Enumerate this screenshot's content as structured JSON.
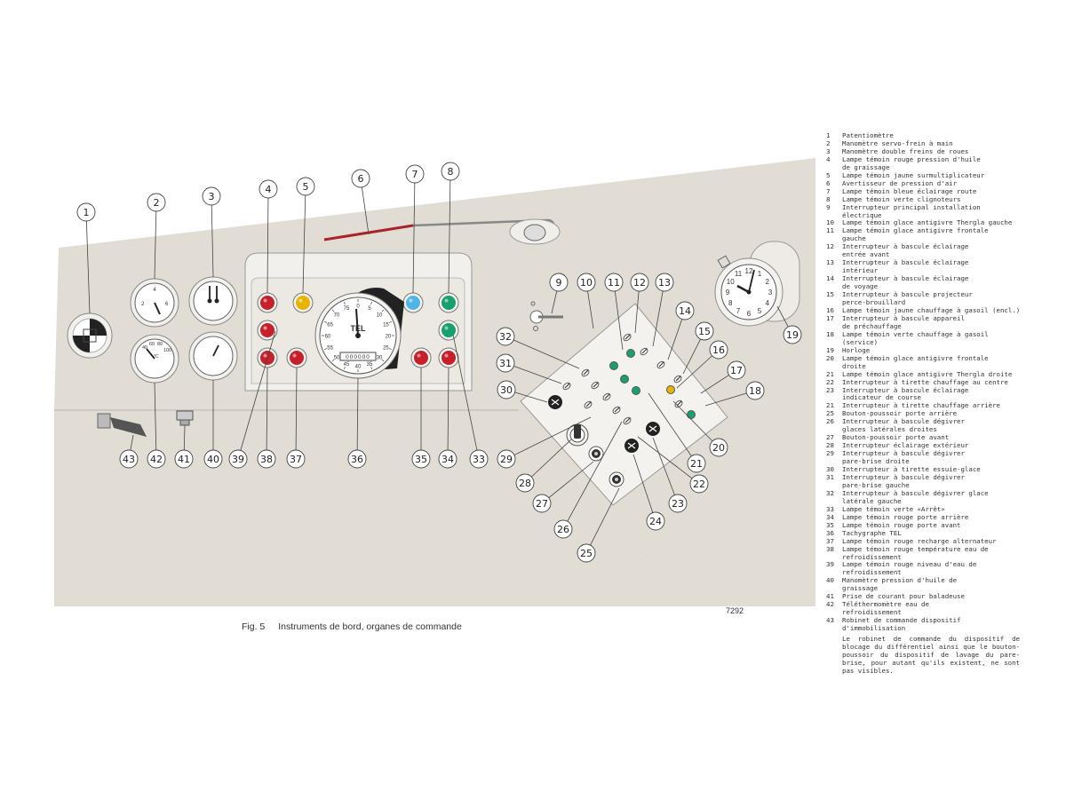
{
  "figure": {
    "label": "Fig. 5",
    "title": "Instruments de bord, organes de commande",
    "code": "7292"
  },
  "tachograph": {
    "brand": "TEL",
    "odometer": "000000",
    "scale": [
      "0",
      "5",
      "10",
      "15",
      "20",
      "25",
      "30",
      "35",
      "40",
      "45",
      "50",
      "55",
      "60",
      "65",
      "70",
      "75"
    ]
  },
  "clock": {
    "numerals": [
      "12",
      "1",
      "2",
      "3",
      "4",
      "5",
      "6",
      "7",
      "8",
      "9",
      "10",
      "11"
    ]
  },
  "gauge_thermo": {
    "scale": [
      "40",
      "60",
      "80",
      "100"
    ],
    "unit": "°C"
  },
  "callouts": [
    {
      "n": "1"
    },
    {
      "n": "2"
    },
    {
      "n": "3"
    },
    {
      "n": "4"
    },
    {
      "n": "5"
    },
    {
      "n": "6"
    },
    {
      "n": "7"
    },
    {
      "n": "8"
    },
    {
      "n": "9"
    },
    {
      "n": "10"
    },
    {
      "n": "11"
    },
    {
      "n": "12"
    },
    {
      "n": "13"
    },
    {
      "n": "14"
    },
    {
      "n": "15"
    },
    {
      "n": "16"
    },
    {
      "n": "17"
    },
    {
      "n": "18"
    },
    {
      "n": "19"
    },
    {
      "n": "20"
    },
    {
      "n": "21"
    },
    {
      "n": "22"
    },
    {
      "n": "23"
    },
    {
      "n": "24"
    },
    {
      "n": "25"
    },
    {
      "n": "26"
    },
    {
      "n": "27"
    },
    {
      "n": "28"
    },
    {
      "n": "29"
    },
    {
      "n": "30"
    },
    {
      "n": "31"
    },
    {
      "n": "32"
    },
    {
      "n": "33"
    },
    {
      "n": "34"
    },
    {
      "n": "35"
    },
    {
      "n": "36"
    },
    {
      "n": "37"
    },
    {
      "n": "38"
    },
    {
      "n": "39"
    },
    {
      "n": "40"
    },
    {
      "n": "41"
    },
    {
      "n": "42"
    },
    {
      "n": "43"
    }
  ],
  "legend": [
    {
      "n": "1",
      "text": "Patentiomètre"
    },
    {
      "n": "2",
      "text": "Manomètre servo-frein à main"
    },
    {
      "n": "3",
      "text": "Manomètre double freins de roues"
    },
    {
      "n": "4",
      "text": "Lampe témoin rouge pression d'huile\nde graissage"
    },
    {
      "n": "5",
      "text": "Lampe témoin jaune surmultiplicateur"
    },
    {
      "n": "6",
      "text": "Avertisseur de pression d'air"
    },
    {
      "n": "7",
      "text": "Lampe témoin bleue éclairage route"
    },
    {
      "n": "8",
      "text": "Lampe témoin verte clignoteurs"
    },
    {
      "n": "9",
      "text": "Interrupteur principal installation\nélectrique"
    },
    {
      "n": "10",
      "text": "Lampe témoin glace antigivre Thergla gauche"
    },
    {
      "n": "11",
      "text": "Lampe témoin glace antigivre frontale\ngauche"
    },
    {
      "n": "12",
      "text": "Interrupteur à bascule éclairage\nentrée avant"
    },
    {
      "n": "13",
      "text": "Interrupteur à bascule éclairage\nintérieur"
    },
    {
      "n": "14",
      "text": "Interrupteur à bascule éclairage\nde voyage"
    },
    {
      "n": "15",
      "text": "Interrupteur à bascule projecteur\nperce-brouillard"
    },
    {
      "n": "16",
      "text": "Lampe témoin jaune chauffage à gasoil (encl.)"
    },
    {
      "n": "17",
      "text": "Interrupteur à bascule appareil\nde préchauffage"
    },
    {
      "n": "18",
      "text": "Lampe témoin verte chauffage à gasoil\n(service)"
    },
    {
      "n": "19",
      "text": "Horloge"
    },
    {
      "n": "20",
      "text": "Lampe témoin glace antigivre frontale\ndroite"
    },
    {
      "n": "21",
      "text": "Lampe témoin glace antigivre Thergla droite"
    },
    {
      "n": "22",
      "text": "Interrupteur à tirette chauffage au centre"
    },
    {
      "n": "23",
      "text": "Interrupteur à bascule éclairage\nindicateur de course"
    },
    {
      "n": "21",
      "text": "Interrupteur à tirette chauffage arrière"
    },
    {
      "n": "25",
      "text": "Bouton-poussoir porte arrière"
    },
    {
      "n": "26",
      "text": "Interrupteur à bascule dégivrer\nglaces latérales droites"
    },
    {
      "n": "27",
      "text": "Bouton-poussoir porte avant"
    },
    {
      "n": "28",
      "text": "Interrupteur éclairage extérieur"
    },
    {
      "n": "29",
      "text": "Interrupteur à bascule dégivrer\npare-brise droite"
    },
    {
      "n": "30",
      "text": "Interrupteur à tirette essuie-glace"
    },
    {
      "n": "31",
      "text": "Interrupteur à bascule dégivrer\npare-brise gauche"
    },
    {
      "n": "32",
      "text": "Interrupteur à bascule dégivrer glace\nlatérale gauche"
    },
    {
      "n": "33",
      "text": "Lampe témoin verte «Arrêt»"
    },
    {
      "n": "34",
      "text": "Lampe témoin rouge porte arrière"
    },
    {
      "n": "35",
      "text": "Lampe témoin rouge porte avant"
    },
    {
      "n": "36",
      "text": "Tachygraphe TEL"
    },
    {
      "n": "37",
      "text": "Lampe témoin rouge recharge alternateur"
    },
    {
      "n": "38",
      "text": "Lampe témoin rouge température eau de\nrefroidissement"
    },
    {
      "n": "39",
      "text": "Lampe témoin rouge niveau d'eau de\nrefroidissement"
    },
    {
      "n": "40",
      "text": "Manomètre pression d'huile de\ngraissage"
    },
    {
      "n": "41",
      "text": "Prise de courant pour baladeuse"
    },
    {
      "n": "42",
      "text": "Téléthermomètre eau de\nrefroidissement"
    },
    {
      "n": "43",
      "text": "Robinet de commande dispositif\nd'immobilisation"
    }
  ],
  "note": "Le robinet de commande du dispositif de blocage du différentiel ainsi que le bouton-poussoir du dispositif de lavage du pare-brise, pour autant qu'ils existent, ne sont pas visibles.",
  "colors": {
    "panel": "#e1ddd5",
    "bezel": "#f2f0ec",
    "red": "#c8202a",
    "yellow": "#e8b400",
    "blue": "#4fb4e8",
    "green": "#18a070",
    "wire": "#a8242a"
  }
}
